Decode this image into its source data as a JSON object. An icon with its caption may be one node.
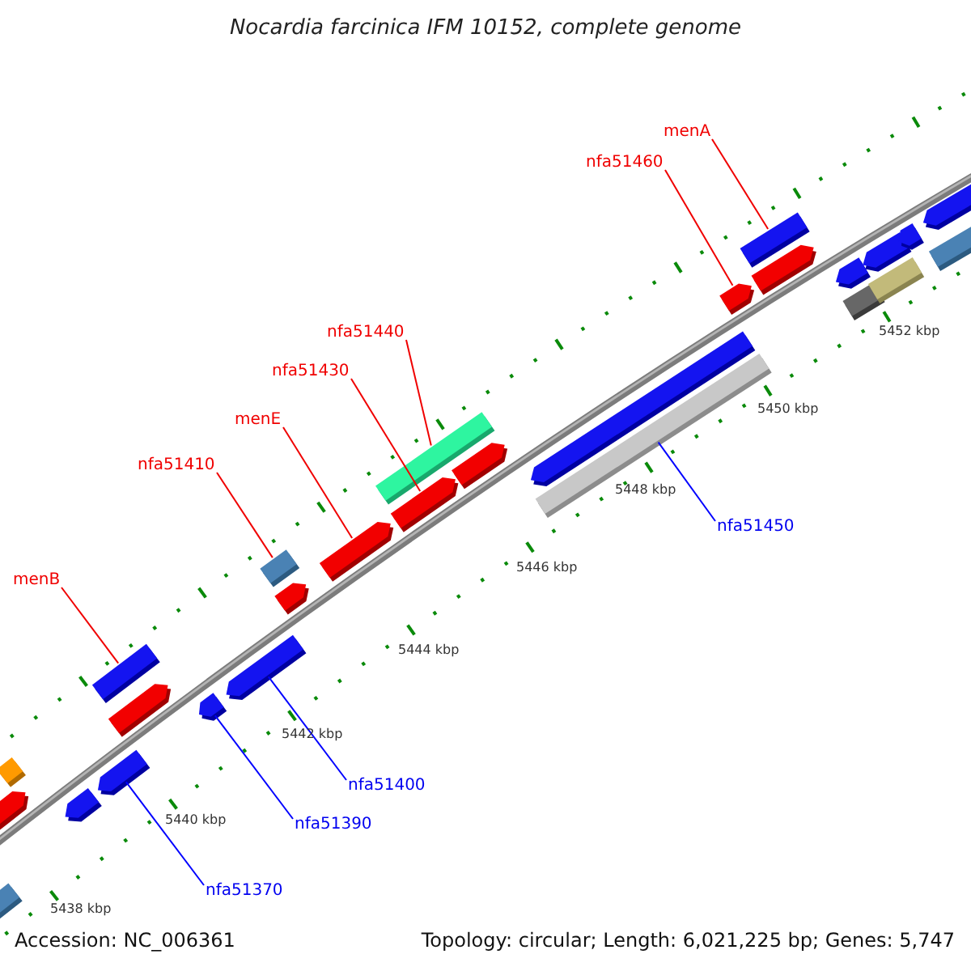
{
  "diagram": {
    "title": "Nocardia farcinica IFM 10152, complete genome",
    "nodes": [
      {
        "text": [
          "menA"
        ]
      },
      {
        "text": [],
        "shape": "box"
      },
      {
        "text": [
          "nfa51460"
        ]
      },
      {
        "text": [],
        "shape": "arrow"
      },
      {
        "text": [
          "nfa51440"
        ]
      },
      {
        "text": [],
        "shape": "box"
      },
      {
        "text": [
          "nfa51430"
        ]
      },
      {
        "text": [],
        "shape": "arrow"
      },
      {
        "text": [
          "menE"
        ]
      },
      {
        "text": [],
        "shape": "arrow"
      },
      {
        "text": [
          "nfa51410"
        ]
      },
      {
        "text": [],
        "shape": "box"
      },
      {
        "text": [
          "nfa51450"
        ]
      },
      {
        "text": [],
        "shape": "box"
      },
      {
        "text": [
          "menB"
        ]
      },
      {
        "text": [],
        "shape": "box"
      },
      {
        "text": [
          "nfa51400"
        ]
      },
      {
        "text": [],
        "shape": "arrow"
      },
      {
        "text": [
          "nfa51390"
        ]
      },
      {
        "text": [],
        "shape": "arrow"
      },
      {
        "text": [
          "nfa51370"
        ]
      },
      {
        "text": [],
        "shape": "arrow"
      },
      {
        "text": [],
        "shape": "box"
      },
      {
        "text": [],
        "shape": "box"
      },
      {
        "text": [],
        "shape": "arrow"
      },
      {
        "text": [],
        "shape": "arrow"
      },
      {
        "text": [],
        "shape": "arrow"
      },
      {
        "text": [],
        "shape": "arrow"
      },
      {
        "text": [],
        "shape": "arrow"
      },
      {
        "text": [],
        "shape": "arrow"
      },
      {
        "text": [],
        "shape": "arrow"
      },
      {
        "text": [],
        "shape": "arrow"
      },
      {
        "text": [],
        "shape": "box"
      },
      {
        "text": [],
        "shape": "arrow"
      },
      {
        "text": [],
        "shape": "box"
      },
      {
        "text": [],
        "shape": "arrow"
      },
      {
        "text": [],
        "shape": "arrow"
      },
      {
        "text": [],
        "shape": "box"
      }
    ],
    "edges": [
      {
        "from": 0,
        "to": 1,
        "arrow": "none"
      },
      {
        "from": 2,
        "to": 3,
        "arrow": "none"
      },
      {
        "from": 4,
        "to": 5,
        "arrow": "none"
      },
      {
        "from": 6,
        "to": 7,
        "arrow": "none"
      },
      {
        "from": 8,
        "to": 9,
        "arrow": "none"
      },
      {
        "from": 10,
        "to": 11,
        "arrow": "none"
      },
      {
        "from": 12,
        "to": 13,
        "arrow": "none",
        "color": "#0000ff"
      },
      {
        "from": 14,
        "to": 15,
        "arrow": "none"
      },
      {
        "from": 16,
        "to": 17,
        "arrow": "none",
        "color": "#0000ff"
      },
      {
        "from": 18,
        "to": 19,
        "arrow": "none",
        "color": "#0000ff"
      },
      {
        "from": 20,
        "to": 21,
        "arrow": "none",
        "color": "#0000ff"
      }
    ],
    "labels": [
      "5452 kbp",
      "5450 kbp",
      "5448 kbp",
      "5446 kbp",
      "5444 kbp",
      "5442 kbp",
      "5440 kbp",
      "5438 kbp",
      "Accession: NC_006361",
      "Topology: circular; Length: 6,021,225 bp; Genes: 5,747"
    ]
  }
}
